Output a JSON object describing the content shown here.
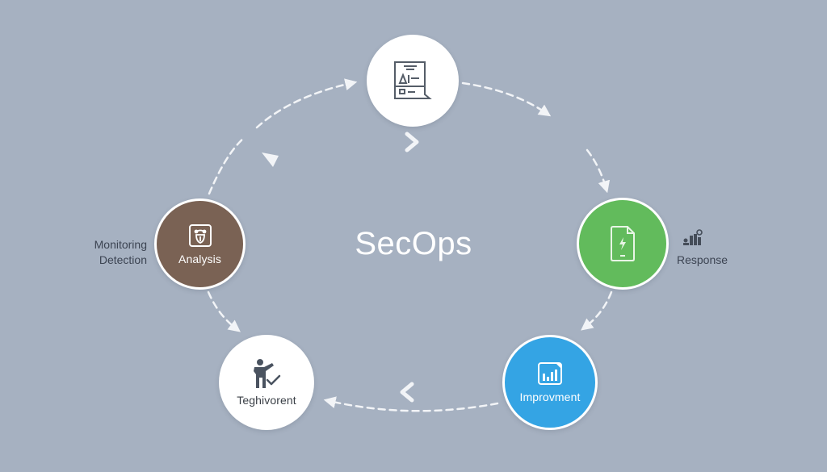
{
  "title": "SecOps",
  "colors": {
    "background": "#a6b1c1",
    "analysis": "#7a6254",
    "response": "#62bb5c",
    "improvement": "#34a4e4",
    "white_node": "#ffffff",
    "icon_gray": "#555d68",
    "arrow": "#f2f4f7"
  },
  "nodes": [
    {
      "id": "top",
      "label": "",
      "icon": "document-list-icon",
      "color": "#ffffff"
    },
    {
      "id": "analysis",
      "label": "Analysis",
      "icon": "bug-shield-icon",
      "color": "#7a6254"
    },
    {
      "id": "response",
      "label": "",
      "icon": "tablet-bolt-icon",
      "color": "#62bb5c"
    },
    {
      "id": "improvement",
      "label": "Improvment",
      "icon": "bar-chart-icon",
      "color": "#34a4e4"
    },
    {
      "id": "teghivorent",
      "label": "Teghivorent",
      "icon": "presenter-check-icon",
      "color": "#ffffff"
    }
  ],
  "side_labels": {
    "left": [
      "Monitoring",
      "Detection"
    ],
    "right": "Response"
  },
  "chevrons": [
    {
      "position": "top-center",
      "direction": "right"
    },
    {
      "position": "upper-left",
      "direction": "up-right"
    },
    {
      "position": "bottom-center",
      "direction": "left"
    }
  ]
}
